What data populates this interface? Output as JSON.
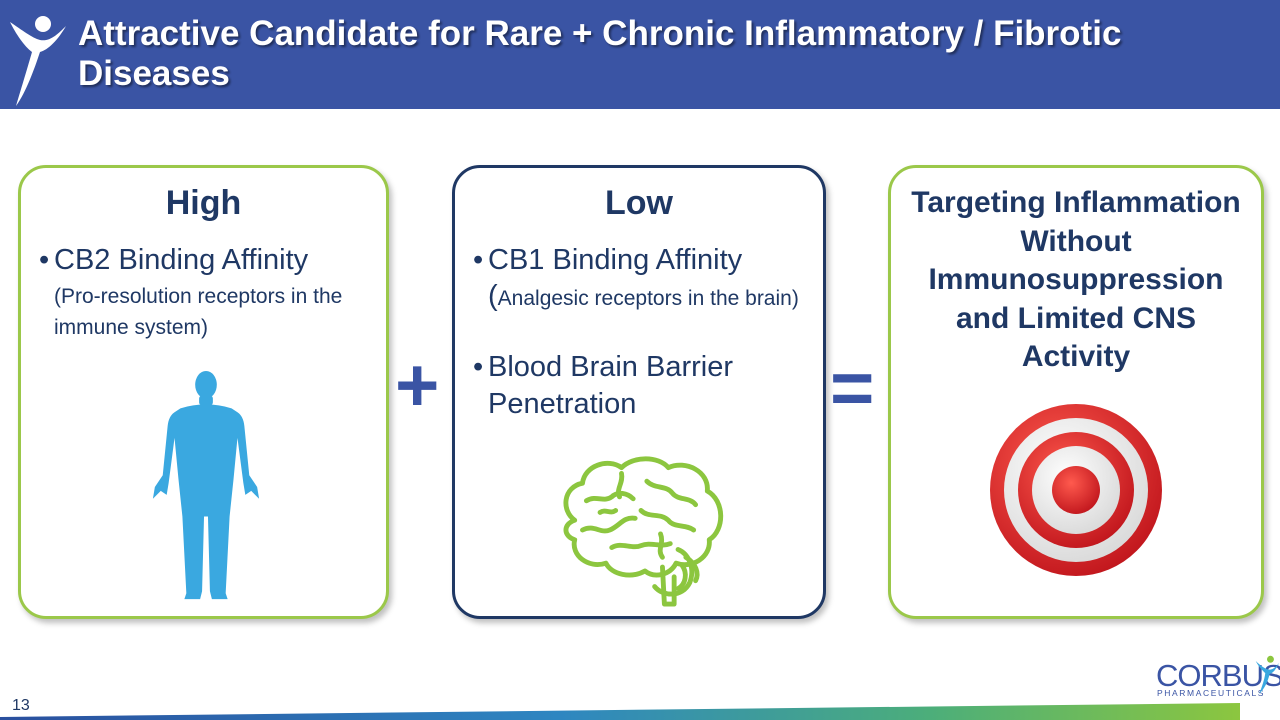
{
  "header": {
    "title": "Attractive Candidate for Rare + Chronic Inflammatory / Fibrotic Diseases"
  },
  "cards": {
    "left": {
      "heading": "High",
      "bullet": "CB2 Binding Affinity",
      "sub": "(Pro-resolution receptors in the immune system)",
      "icon": "human-body-icon"
    },
    "middle": {
      "heading": "Low",
      "bullet1": "CB1 Binding Affinity",
      "sub_paren": "(",
      "sub": "Analgesic receptors in the brain)",
      "bullet2": "Blood Brain Barrier Penetration",
      "icon": "brain-icon"
    },
    "right": {
      "heading": "Targeting Inflammation Without Immunosuppression and Limited CNS Activity",
      "icon": "target-icon"
    }
  },
  "operators": {
    "plus": "+",
    "equals": "="
  },
  "footer": {
    "page_number": "13",
    "logo_name": "CORBUS",
    "logo_sub": "PHARMACEUTICALS"
  },
  "colors": {
    "header_bg": "#3a54a4",
    "navy_text": "#1f3864",
    "green_border": "#9bc84a",
    "body_blue": "#3aa8e0",
    "brain_green": "#8cc63f",
    "target_red": "#e0262b"
  }
}
